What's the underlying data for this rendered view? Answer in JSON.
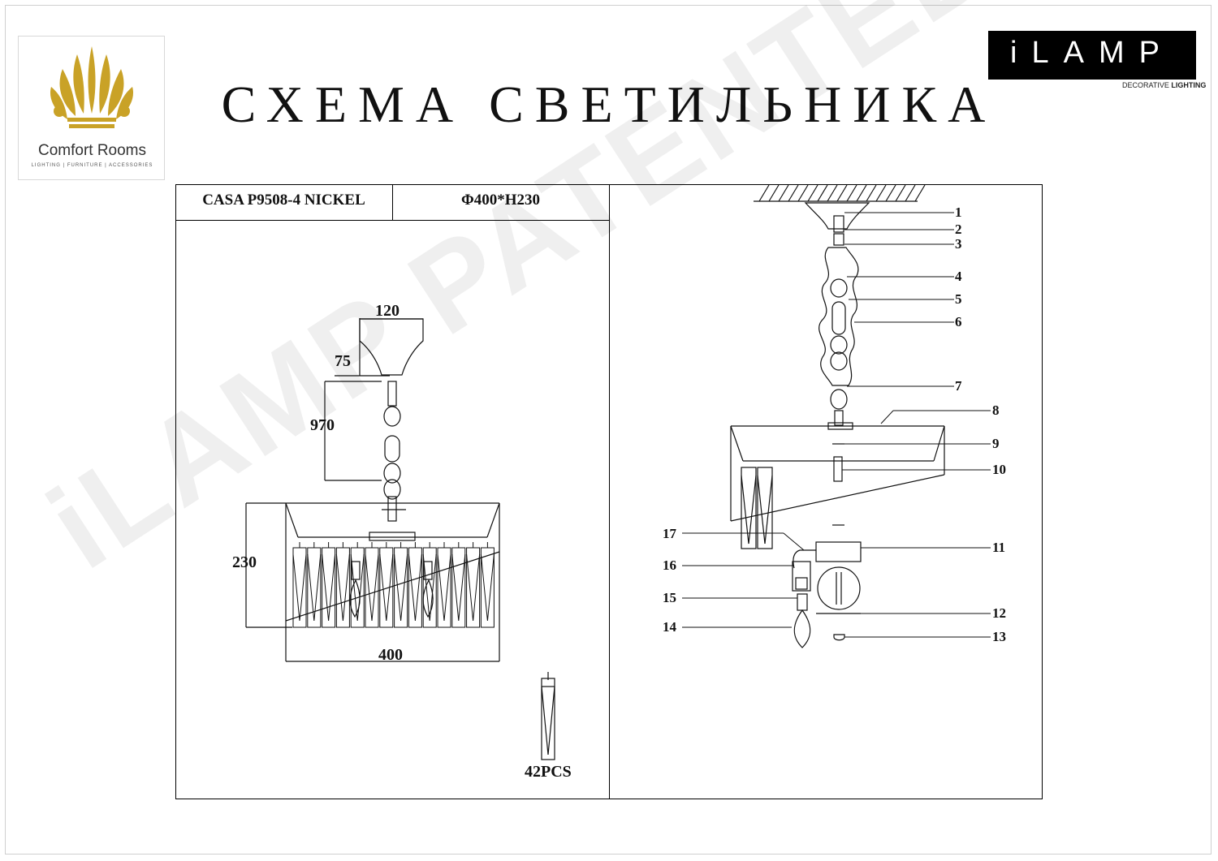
{
  "brand_left": {
    "name": "Comfort Rooms",
    "tagline": "LIGHTING | FURNITURE | ACCESSORIES"
  },
  "brand_right": {
    "name": "iLAMP",
    "tagline_prefix": "DECORATIVE ",
    "tagline_bold": "LIGHTING"
  },
  "title": "СХЕМА СВЕТИЛЬНИКА",
  "watermark": "iLAMP PATENTED",
  "spec": {
    "model": "CASA P9508-4 NICKEL",
    "size": "Φ400*H230"
  },
  "dimensions": {
    "canopy_width": "120",
    "canopy_height": "75",
    "chain_length": "970",
    "height": "230",
    "width": "400"
  },
  "crystal_count": "42PCS",
  "part_numbers": [
    "1",
    "2",
    "3",
    "4",
    "5",
    "6",
    "7",
    "8",
    "9",
    "10",
    "11",
    "12",
    "13",
    "14",
    "15",
    "16",
    "17"
  ]
}
